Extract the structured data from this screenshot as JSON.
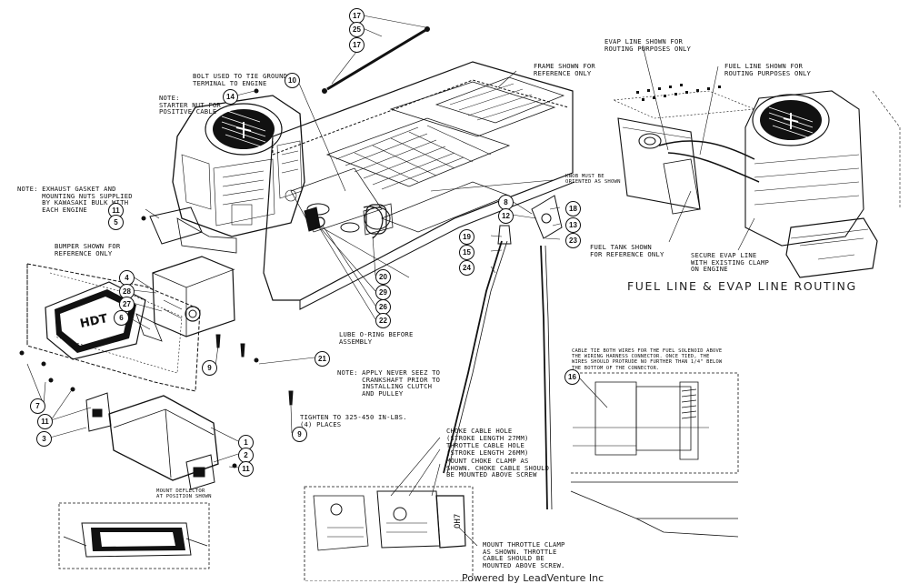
{
  "notes": {
    "bolt_tie_ground": "BOLT USED TO TIE GROUND\nTERMINAL TO ENGINE",
    "starter_nut": "NOTE:\nSTARTER NUT FOR\nPOSITIVE CABLE",
    "exhaust_gasket": "NOTE: EXHAUST GASKET AND\n      MOUNTING NUTS SUPPLIED\n      BY KAWASAKI BULK WITH\n      EACH ENGINE",
    "bumper_ref": "BUMPER SHOWN FOR\nREFERENCE ONLY",
    "frame_ref": "FRAME SHOWN FOR\nREFERENCE ONLY",
    "knob_orient": "KNOB MUST BE\nORIENTED AS SHOWN",
    "lube_oring": "LUBE O-RING BEFORE\nASSEMBLY",
    "never_seez": "NOTE: APPLY NEVER SEEZ TO\n      CRANKSHAFT PRIOR TO\n      INSTALLING CLUTCH\n      AND PULLEY",
    "torque": "TIGHTEN TO 325-450 IN-LBS.\n(4) PLACES",
    "deflector": "MOUNT DEFLECTOR\nAT POSITION SHOWN",
    "choke_hole": "CHOKE CABLE HOLE\n(STROKE LENGTH 27mm)",
    "throttle_hole": "THROTTLE CABLE HOLE\n(STROKE LENGTH 26mm)",
    "choke_clamp": "MOUNT CHOKE CLAMP AS\nSHOWN. CHOKE CABLE SHOULD\nBE MOUNTED ABOVE SCREW",
    "throttle_clamp": "MOUNT THROTTLE CLAMP\nAS SHOWN. THROTTLE\nCABLE SHOULD BE\nMOUNTED ABOVE SCREW.",
    "evap_line": "EVAP LINE SHOWN FOR\nROUTING PURPOSES ONLY",
    "fuel_line": "FUEL LINE SHOWN FOR\nROUTING PURPOSES ONLY",
    "fuel_tank": "FUEL TANK SHOWN\nFOR REFERENCE ONLY",
    "secure_evap": "SECURE EVAP LINE\nWITH EXISTING CLAMP\nON ENGINE",
    "cable_tie": "CABLE TIE BOTH WIRES FOR THE FUEL SOLENOID ABOVE\nTHE WIRING HARNESS CONNECTOR. ONCE TIED, THE\nWIRES SHOULD PROTRUDE NO FURTHER THAN 1/4\" BELOW\nTHE BOTTOM OF THE CONNECTOR."
  },
  "section_title": "FUEL LINE & EVAP LINE ROUTING",
  "footer_text": "Powered by LeadVenture Inc",
  "callouts": {
    "c17a": "17",
    "c25": "25",
    "c17b": "17",
    "c10": "10",
    "c14": "14",
    "c11a": "11",
    "c5": "5",
    "c4": "4",
    "c28": "28",
    "c27": "27",
    "c6": "6",
    "c7": "7",
    "c11b": "11",
    "c3": "3",
    "c1": "1",
    "c2": "2",
    "c11c": "11",
    "c9a": "9",
    "c21": "21",
    "c9b": "9",
    "c20": "20",
    "c29": "29",
    "c26": "26",
    "c22": "22",
    "c8": "8",
    "c12": "12",
    "c18": "18",
    "c13": "13",
    "c23": "23",
    "c19": "19",
    "c15": "15",
    "c24": "24",
    "c16": "16"
  },
  "decal_text": "HDT",
  "colors": {
    "ink": "#111111",
    "paper": "#ffffff"
  }
}
